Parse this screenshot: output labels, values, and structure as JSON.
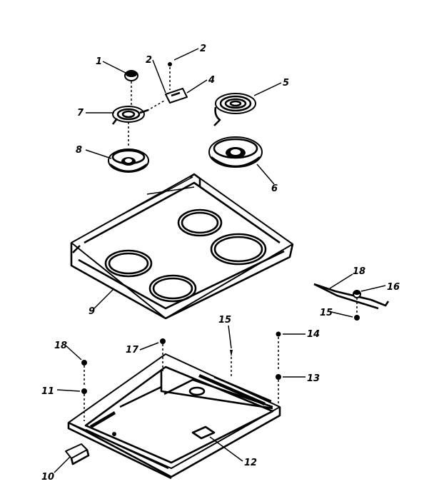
{
  "callouts": [
    "1",
    "2",
    "2",
    "4",
    "5",
    "6",
    "7",
    "8",
    "9",
    "10",
    "11",
    "12",
    "13",
    "14",
    "15",
    "15",
    "16",
    "17",
    "18",
    "18"
  ]
}
